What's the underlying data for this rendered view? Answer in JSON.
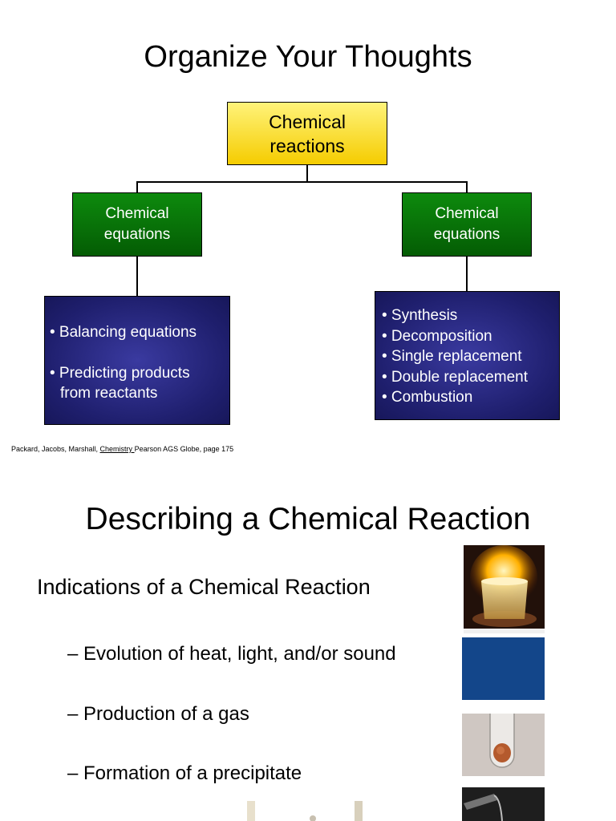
{
  "slide1": {
    "title": "Organize Your Thoughts",
    "root": {
      "line1": "Chemical",
      "line2": "reactions"
    },
    "left_branch": {
      "line1": "Chemical",
      "line2": "equations"
    },
    "right_branch": {
      "line1": "Chemical",
      "line2": "equations"
    },
    "left_items": [
      {
        "text": "• Balancing equations"
      },
      {
        "text": "• Predicting products",
        "cont": "from reactants"
      }
    ],
    "right_items": [
      "• Synthesis",
      "• Decomposition",
      "• Single replacement",
      "• Double replacement",
      "• Combustion"
    ],
    "citation": {
      "before": "Packard, Jacobs, Marshall, ",
      "book": "Chemistry ",
      "after": " Pearson AGS Globe, page 175"
    }
  },
  "slide2": {
    "title": "Describing a Chemical Reaction",
    "subtitle": "Indications of a Chemical Reaction",
    "bullets": [
      "– Evolution of heat, light, and/or sound",
      "– Production of a gas",
      "– Formation of a precipitate"
    ]
  },
  "colors": {
    "root_box": "#f5cc00",
    "branch_box": "#056b05",
    "leaf_box": "#1f1f6e",
    "blue_swatch": "#13468a"
  },
  "photos": [
    "flame-beaker",
    "blue-solution",
    "penny-test-tube",
    "pouring-liquid",
    "cylinder-partial"
  ]
}
